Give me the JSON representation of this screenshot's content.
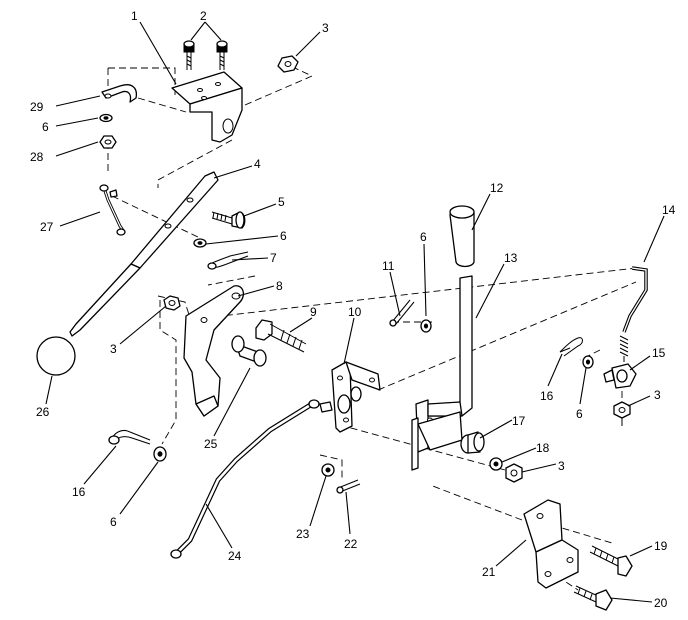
{
  "diagram": {
    "callouts": [
      {
        "id": "c1",
        "text": "1"
      },
      {
        "id": "c2",
        "text": "2"
      },
      {
        "id": "c3a",
        "text": "3"
      },
      {
        "id": "c29",
        "text": "29"
      },
      {
        "id": "c6a",
        "text": "6"
      },
      {
        "id": "c28",
        "text": "28"
      },
      {
        "id": "c4",
        "text": "4"
      },
      {
        "id": "c5",
        "text": "5"
      },
      {
        "id": "c6b",
        "text": "6"
      },
      {
        "id": "c7",
        "text": "7"
      },
      {
        "id": "c27",
        "text": "27"
      },
      {
        "id": "c12",
        "text": "12"
      },
      {
        "id": "c14",
        "text": "14"
      },
      {
        "id": "c6c",
        "text": "6"
      },
      {
        "id": "c11",
        "text": "11"
      },
      {
        "id": "c13",
        "text": "13"
      },
      {
        "id": "c8",
        "text": "8"
      },
      {
        "id": "c9",
        "text": "9"
      },
      {
        "id": "c10",
        "text": "10"
      },
      {
        "id": "c3b",
        "text": "3"
      },
      {
        "id": "c15",
        "text": "15"
      },
      {
        "id": "c16a",
        "text": "16"
      },
      {
        "id": "c6d",
        "text": "6"
      },
      {
        "id": "c3c",
        "text": "3"
      },
      {
        "id": "c26",
        "text": "26"
      },
      {
        "id": "c25",
        "text": "25"
      },
      {
        "id": "c17",
        "text": "17"
      },
      {
        "id": "c18",
        "text": "18"
      },
      {
        "id": "c3d",
        "text": "3"
      },
      {
        "id": "c16b",
        "text": "16"
      },
      {
        "id": "c6e",
        "text": "6"
      },
      {
        "id": "c23",
        "text": "23"
      },
      {
        "id": "c22",
        "text": "22"
      },
      {
        "id": "c24",
        "text": "24"
      },
      {
        "id": "c19",
        "text": "19"
      },
      {
        "id": "c21",
        "text": "21"
      },
      {
        "id": "c20",
        "text": "20"
      }
    ]
  }
}
